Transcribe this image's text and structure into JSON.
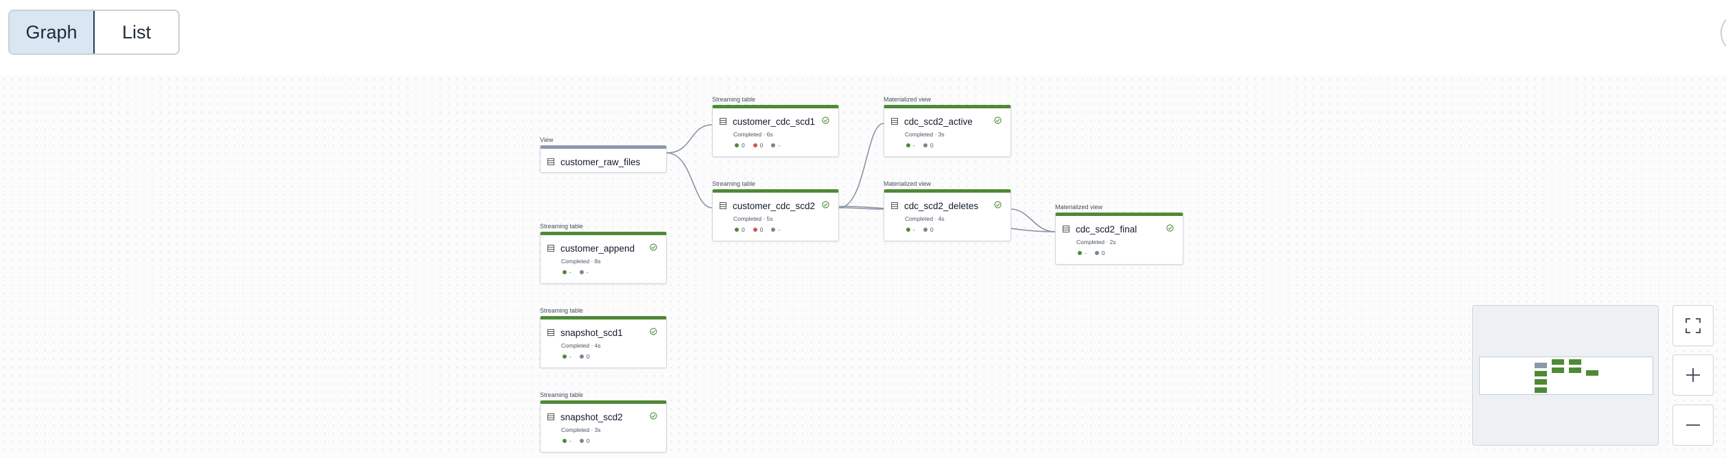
{
  "toolbar": {
    "graph_label": "Graph",
    "list_label": "List",
    "active_view": "Graph"
  },
  "colors": {
    "complete_green": "#4e8a36",
    "view_gray": "#8c98ab",
    "error_red": "#d9534f",
    "edge": "#8993a4"
  },
  "nodes": [
    {
      "id": "customer_raw_files",
      "type": "View",
      "name": "customer_raw_files",
      "kind": "view"
    },
    {
      "id": "customer_cdc_scd1",
      "type": "Streaming table",
      "name": "customer_cdc_scd1",
      "status": "Completed · 6s",
      "metrics": [
        {
          "color": "green",
          "value": "0"
        },
        {
          "color": "red",
          "value": "0"
        },
        {
          "color": "gray",
          "value": "-"
        }
      ]
    },
    {
      "id": "customer_cdc_scd2",
      "type": "Streaming table",
      "name": "customer_cdc_scd2",
      "status": "Completed · 5s",
      "metrics": [
        {
          "color": "green",
          "value": "0"
        },
        {
          "color": "red",
          "value": "0"
        },
        {
          "color": "gray",
          "value": "-"
        }
      ]
    },
    {
      "id": "cdc_scd2_active",
      "type": "Materialized view",
      "name": "cdc_scd2_active",
      "status": "Completed · 3s",
      "metrics": [
        {
          "color": "green",
          "value": "-"
        },
        {
          "color": "gray",
          "value": "0"
        }
      ]
    },
    {
      "id": "cdc_scd2_deletes",
      "type": "Materialized view",
      "name": "cdc_scd2_deletes",
      "status": "Completed · 4s",
      "metrics": [
        {
          "color": "green",
          "value": "-"
        },
        {
          "color": "gray",
          "value": "0"
        }
      ]
    },
    {
      "id": "cdc_scd2_final",
      "type": "Materialized view",
      "name": "cdc_scd2_final",
      "status": "Completed · 2s",
      "metrics": [
        {
          "color": "green",
          "value": "-"
        },
        {
          "color": "gray",
          "value": "0"
        }
      ]
    },
    {
      "id": "customer_append",
      "type": "Streaming table",
      "name": "customer_append",
      "status": "Completed · 8s",
      "metrics": [
        {
          "color": "green",
          "value": "-"
        },
        {
          "color": "gray",
          "value": "-"
        }
      ]
    },
    {
      "id": "snapshot_scd1",
      "type": "Streaming table",
      "name": "snapshot_scd1",
      "status": "Completed · 4s",
      "metrics": [
        {
          "color": "green",
          "value": "-"
        },
        {
          "color": "gray",
          "value": "0"
        }
      ]
    },
    {
      "id": "snapshot_scd2",
      "type": "Streaming table",
      "name": "snapshot_scd2",
      "status": "Completed · 3s",
      "metrics": [
        {
          "color": "green",
          "value": "-"
        },
        {
          "color": "gray",
          "value": "0"
        }
      ]
    }
  ],
  "edges": [
    [
      "customer_raw_files",
      "customer_cdc_scd1"
    ],
    [
      "customer_raw_files",
      "customer_cdc_scd2"
    ],
    [
      "customer_cdc_scd2",
      "cdc_scd2_active"
    ],
    [
      "customer_cdc_scd2",
      "cdc_scd2_deletes"
    ],
    [
      "customer_cdc_scd2",
      "cdc_scd2_final"
    ],
    [
      "cdc_scd2_deletes",
      "cdc_scd2_final"
    ]
  ],
  "controls": {
    "fit_icon": "fit-to-screen-icon",
    "zoom_in_icon": "plus-icon",
    "zoom_out_icon": "minus-icon"
  }
}
